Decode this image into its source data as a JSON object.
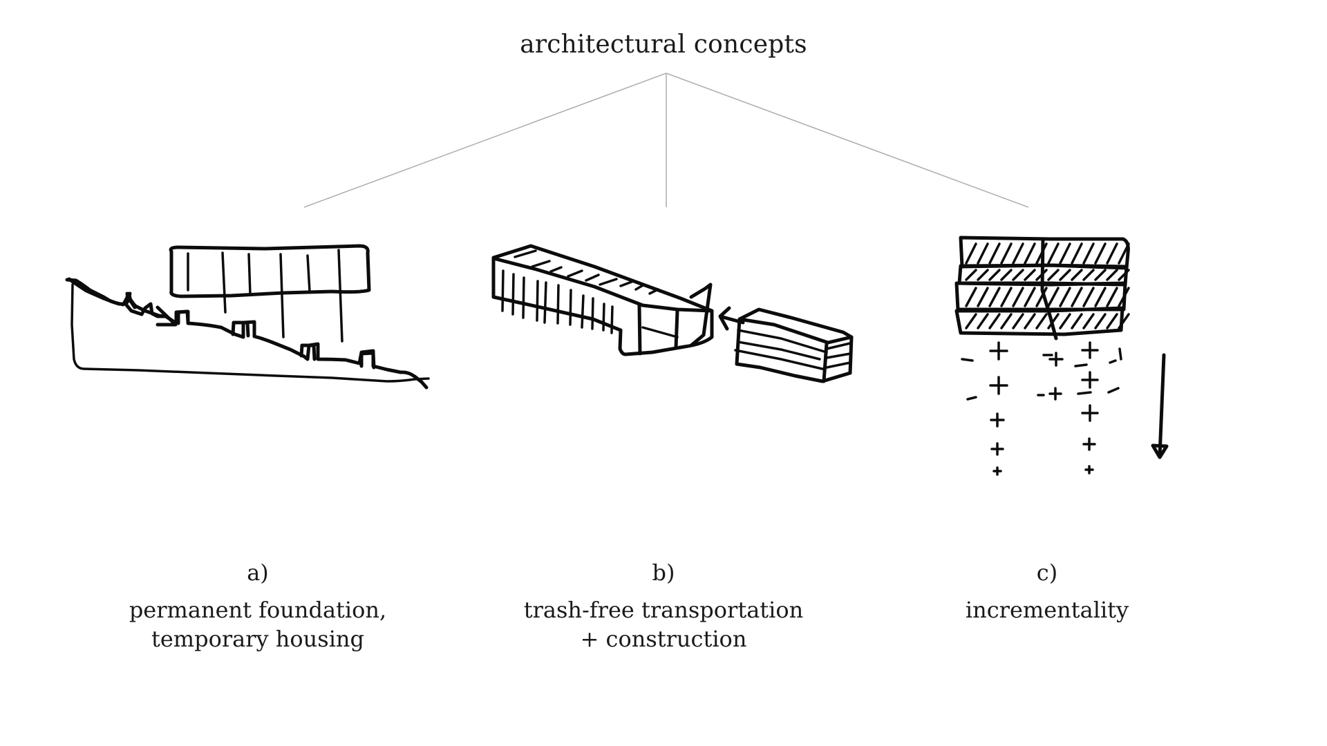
{
  "title": "architectural concepts",
  "concepts": [
    {
      "letter": "a)",
      "lines": [
        "permanent foundation,",
        "temporary housing"
      ],
      "sketch": "hillside-foundation-sketch"
    },
    {
      "letter": "b)",
      "lines": [
        "trash-free transportation",
        "+ construction"
      ],
      "sketch": "shipping-container-sketch"
    },
    {
      "letter": "c)",
      "lines": [
        "incrementality"
      ],
      "sketch": "stacked-modules-sketch"
    }
  ],
  "colors": {
    "background": "#ffffff",
    "ink": "#0c0c0c",
    "connector": "#b0b0b0",
    "text": "#1a1a1a"
  }
}
